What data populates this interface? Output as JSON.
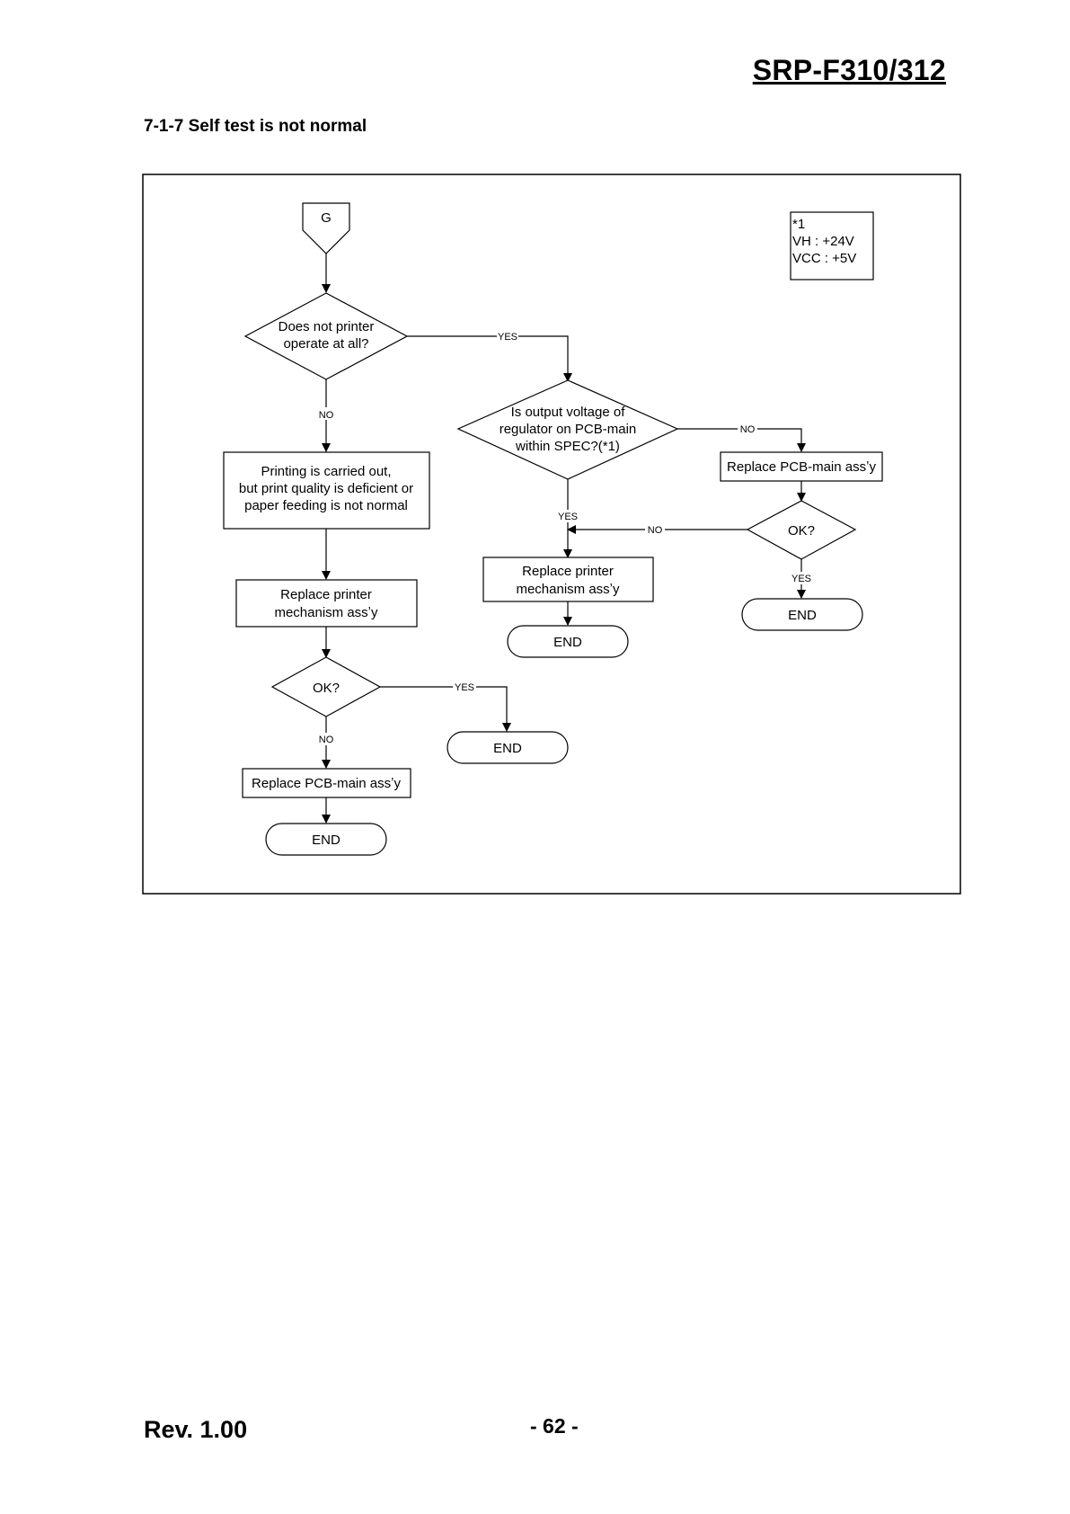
{
  "header": {
    "doc_title": "SRP-F310/312"
  },
  "section": {
    "title": "7-1-7 Self test is not normal"
  },
  "footer": {
    "revision": "Rev. 1.00",
    "page_number": "- 62 -"
  },
  "flowchart": {
    "connector_start": "G",
    "note": [
      "*1",
      "VH : +24V",
      "VCC : +5V"
    ],
    "q_operate": [
      "Does not printer",
      "operate at all?"
    ],
    "q_voltage": [
      "Is output voltage of",
      "regulator on PCB-main",
      "within SPEC?(*1)"
    ],
    "b_printing": [
      "Printing is carried out,",
      "but print quality is deficient or",
      "paper feeding is not normal"
    ],
    "b_replace_pcb_right": [
      "Replace PCB-main assʼy"
    ],
    "q_ok_right": [
      "OK?"
    ],
    "b_replace_mech_mid": [
      "Replace printer",
      "mechanism assʼy"
    ],
    "b_replace_mech_left": [
      "Replace printer",
      "mechanism assʼy"
    ],
    "q_ok_left": [
      "OK?"
    ],
    "b_replace_pcb_left": [
      "Replace PCB-main assʼy"
    ],
    "end_label": "END",
    "labels": {
      "yes": "YES",
      "no": "NO"
    }
  }
}
